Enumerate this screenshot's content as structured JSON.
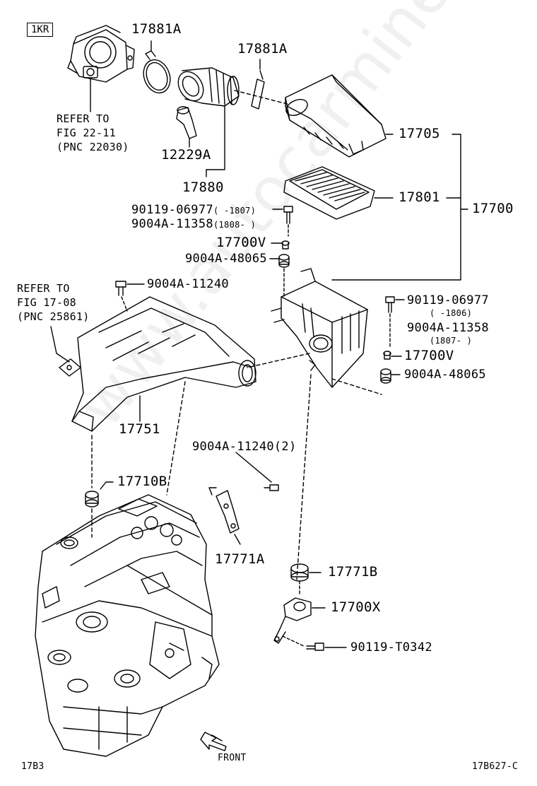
{
  "engine_code": "1KR",
  "watermark": "www.autocarmine.ru",
  "labels": {
    "p17881A_1": "17881A",
    "p17881A_2": "17881A",
    "refer_1_line1": "REFER TO",
    "refer_1_line2": "FIG 22-11",
    "refer_1_line3": "(PNC 22030)",
    "p12229A": "12229A",
    "p17880": "17880",
    "p17705": "17705",
    "p17801": "17801",
    "p17700": "17700",
    "p90119_06977_a": "90119-06977",
    "p90119_06977_a_range": "(     -1807)",
    "p9004A_11358_a": "9004A-11358",
    "p9004A_11358_a_range": "(1808-     )",
    "p17700V_a": "17700V",
    "p9004A_48065_a": "9004A-48065",
    "refer_2_line1": "REFER TO",
    "refer_2_line2": "FIG 17-08",
    "refer_2_line3": "(PNC 25861)",
    "p9004A_11240": "9004A-11240",
    "p90119_06977_b": "90119-06977",
    "p90119_06977_b_range": "(     -1806)",
    "p9004A_11358_b": "9004A-11358",
    "p9004A_11358_b_range": "(1807-     )",
    "p17700V_b": "17700V",
    "p9004A_48065_b": "9004A-48065",
    "p17751": "17751",
    "p9004A_11240_2": "9004A-11240(2)",
    "p17710B": "17710B",
    "p17771A": "17771A",
    "p17771B": "17771B",
    "p17700X": "17700X",
    "p90119_T0342": "90119-T0342",
    "front": "FRONT",
    "page_left": "17B3",
    "page_right": "17B627-C"
  }
}
